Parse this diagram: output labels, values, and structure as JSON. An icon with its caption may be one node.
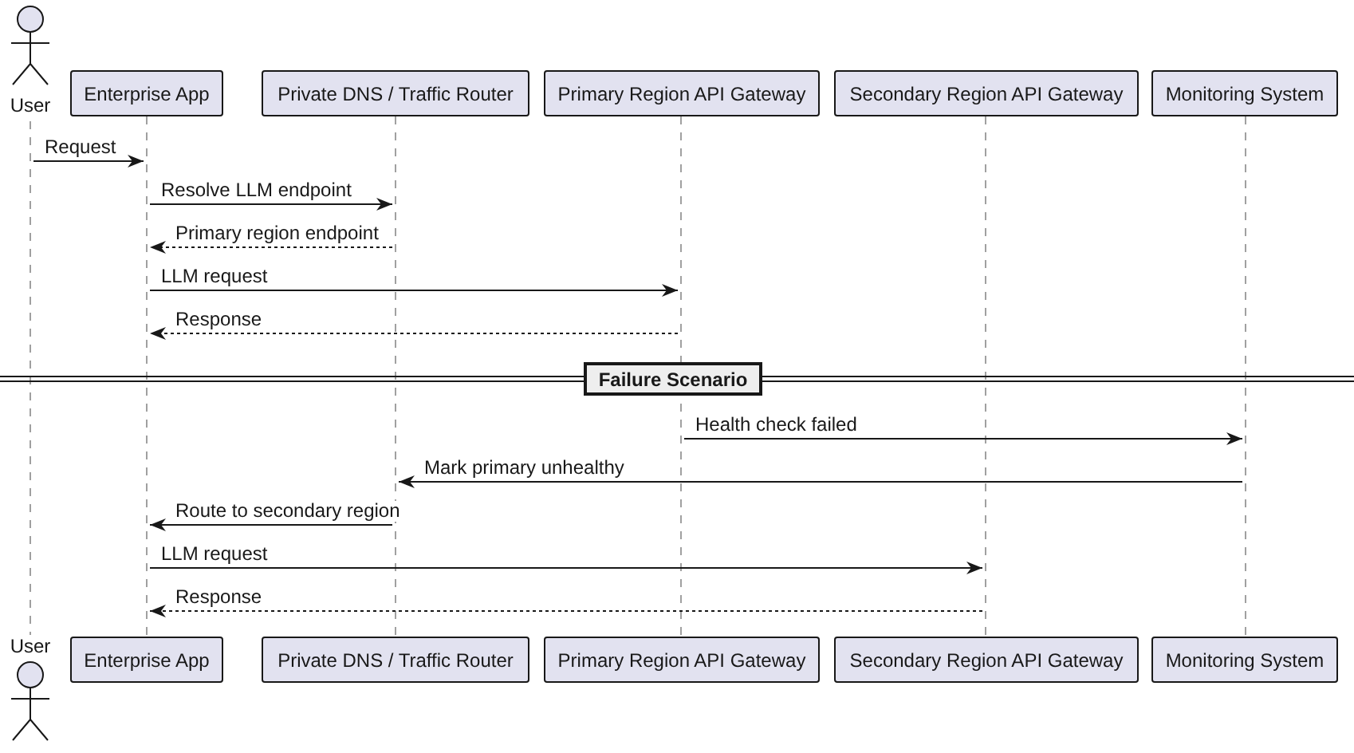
{
  "diagram": {
    "nodes": [
      {
        "text": [
          "User"
        ]
      },
      {
        "text": [
          "Enterprise App"
        ]
      },
      {
        "text": [
          "Private DNS / Traffic Router"
        ]
      },
      {
        "text": [
          "Primary Region API Gateway"
        ]
      },
      {
        "text": [
          "Secondary Region API Gateway"
        ]
      },
      {
        "text": [
          "Monitoring System"
        ]
      },
      {
        "text": [
          "User"
        ]
      },
      {
        "text": [
          "Enterprise App"
        ]
      },
      {
        "text": [
          "Private DNS / Traffic Router"
        ]
      },
      {
        "text": [
          "Primary Region API Gateway"
        ]
      },
      {
        "text": [
          "Secondary Region API Gateway"
        ]
      },
      {
        "text": [
          "Monitoring System"
        ]
      },
      {
        "text": [
          "Failure Scenario"
        ]
      },
      {
        "text": [],
        "shape": "line"
      },
      {
        "text": [],
        "shape": "line"
      },
      {
        "text": [],
        "shape": "line"
      },
      {
        "text": [],
        "shape": "line"
      },
      {
        "text": [],
        "shape": "line"
      },
      {
        "text": [],
        "shape": "line"
      }
    ],
    "edges": [
      {
        "from": 13,
        "to": 14,
        "arrow": "to",
        "label": "Request"
      },
      {
        "from": 14,
        "to": 15,
        "arrow": "to",
        "label": "Resolve LLM endpoint"
      },
      {
        "from": 15,
        "to": 14,
        "arrow": "to",
        "label": "Primary region endpoint",
        "style": "dashed"
      },
      {
        "from": 14,
        "to": 16,
        "arrow": "to",
        "label": "LLM request"
      },
      {
        "from": 16,
        "to": 14,
        "arrow": "to",
        "label": "Response",
        "style": "dashed"
      },
      {
        "from": 16,
        "to": 18,
        "arrow": "to",
        "label": "Health check failed"
      },
      {
        "from": 18,
        "to": 15,
        "arrow": "to",
        "label": "Mark primary unhealthy"
      },
      {
        "from": 15,
        "to": 14,
        "arrow": "to",
        "label": "Route to secondary region"
      },
      {
        "from": 14,
        "to": 17,
        "arrow": "to",
        "label": "LLM request"
      },
      {
        "from": 17,
        "to": 14,
        "arrow": "to",
        "label": "Response",
        "style": "dashed"
      }
    ]
  }
}
